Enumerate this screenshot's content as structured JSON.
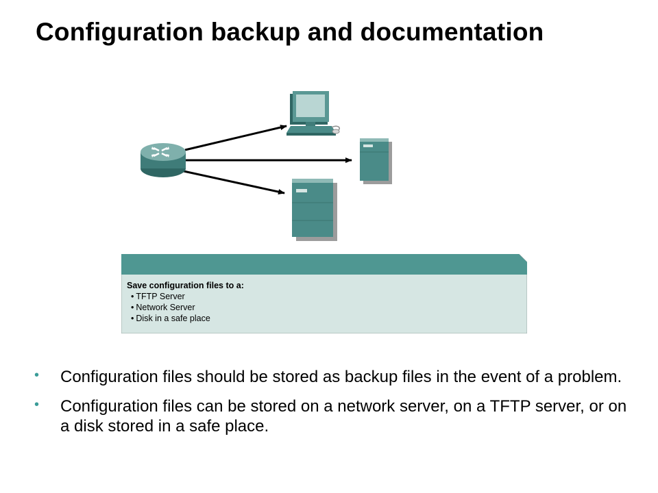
{
  "slide": {
    "title": "Configuration backup and documentation"
  },
  "diagram": {
    "nodes": [
      "router-icon",
      "workstation-icon",
      "small-server-icon",
      "large-server-icon"
    ],
    "colors": {
      "device": "#4a8b88",
      "device_dark": "#2f6663",
      "device_light": "#8fbab6",
      "panel_header": "#4f9792",
      "panel_body": "#d6e6e3"
    }
  },
  "caption": {
    "title": "Save configuration files to a:",
    "items": [
      "TFTP Server",
      "Network Server",
      "Disk in a safe place"
    ],
    "bullet_glyph": "•"
  },
  "bullets": {
    "glyph": "•",
    "items": [
      "Configuration files should be stored as backup files in the event of a problem.",
      "Configuration files can be stored on a network server, on a TFTP server, or on a disk stored in a safe place."
    ]
  }
}
